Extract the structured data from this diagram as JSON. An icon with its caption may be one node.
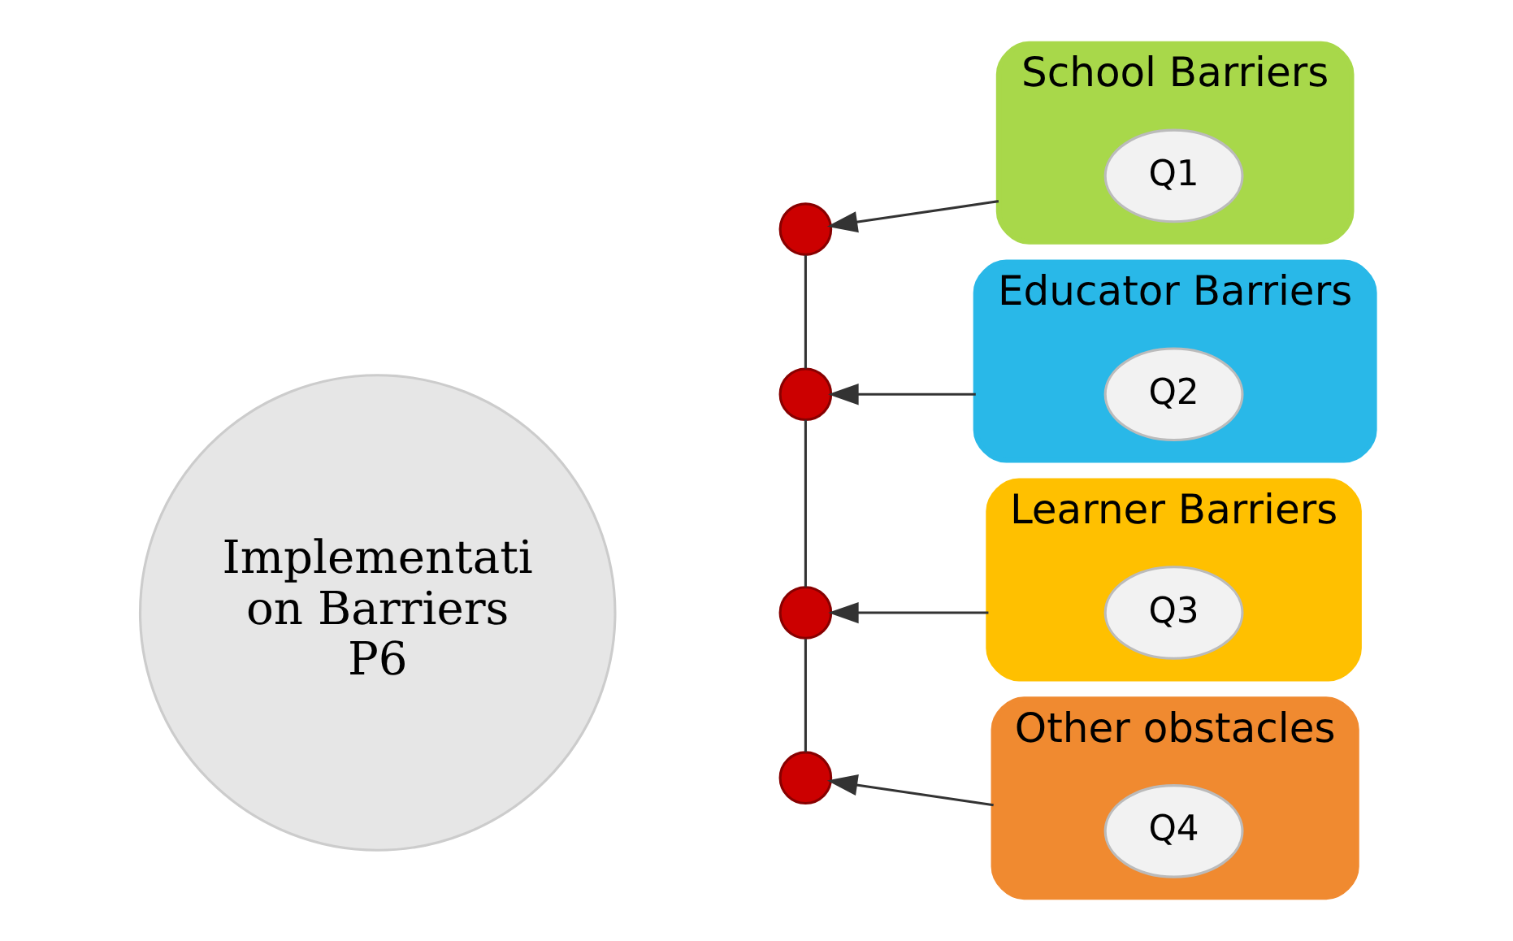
{
  "diagram": {
    "nodes": [
      {
        "text": [
          "Implementati on Barriers P6"
        ]
      },
      {
        "text": [],
        "shape": "circle"
      },
      {
        "text": [
          "School Barriers"
        ]
      },
      {
        "text": [
          "Q1"
        ],
        "in": 2
      },
      {
        "text": [],
        "shape": "circle"
      },
      {
        "text": [
          "Educator Barriers"
        ]
      },
      {
        "text": [
          "Q2"
        ],
        "in": 5
      },
      {
        "text": [],
        "shape": "circle"
      },
      {
        "text": [
          "Learner Barriers"
        ]
      },
      {
        "text": [
          "Q3"
        ],
        "in": 8
      },
      {
        "text": [],
        "shape": "circle"
      },
      {
        "text": [
          "Other obstacles"
        ]
      },
      {
        "text": [
          "Q4"
        ],
        "in": 11
      }
    ],
    "edges": [
      {
        "from": 1,
        "to": 4,
        "arrow": "none"
      },
      {
        "from": 4,
        "to": 7,
        "arrow": "none"
      },
      {
        "from": 7,
        "to": 10,
        "arrow": "none"
      },
      {
        "from": 2,
        "to": 1,
        "arrow": "to"
      },
      {
        "from": 5,
        "to": 4,
        "arrow": "to"
      },
      {
        "from": 8,
        "to": 7,
        "arrow": "to"
      },
      {
        "from": 11,
        "to": 10,
        "arrow": "to"
      }
    ]
  }
}
